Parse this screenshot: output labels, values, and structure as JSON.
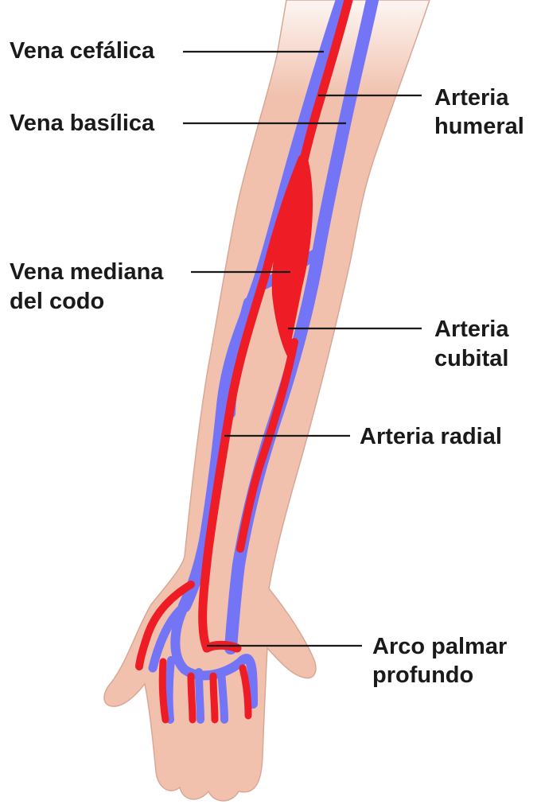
{
  "labels": {
    "vena_cefalica": [
      "Vena cefálica"
    ],
    "vena_basilica": [
      "Vena basílica"
    ],
    "arteria_humeral": [
      "Arteria",
      "humeral"
    ],
    "vena_mediana": [
      "Vena mediana",
      "del codo"
    ],
    "arteria_cubital": [
      "Arteria",
      "cubital"
    ],
    "arteria_radial": [
      "Arteria radial"
    ],
    "arco_palmar": [
      "Arco palmar",
      "profundo"
    ]
  },
  "colors": {
    "skin": "#f1c1ae",
    "skin_outline": "#c99a8a",
    "artery": "#ee1c25",
    "vein": "#7474f6",
    "text": "#1a1a1a"
  }
}
